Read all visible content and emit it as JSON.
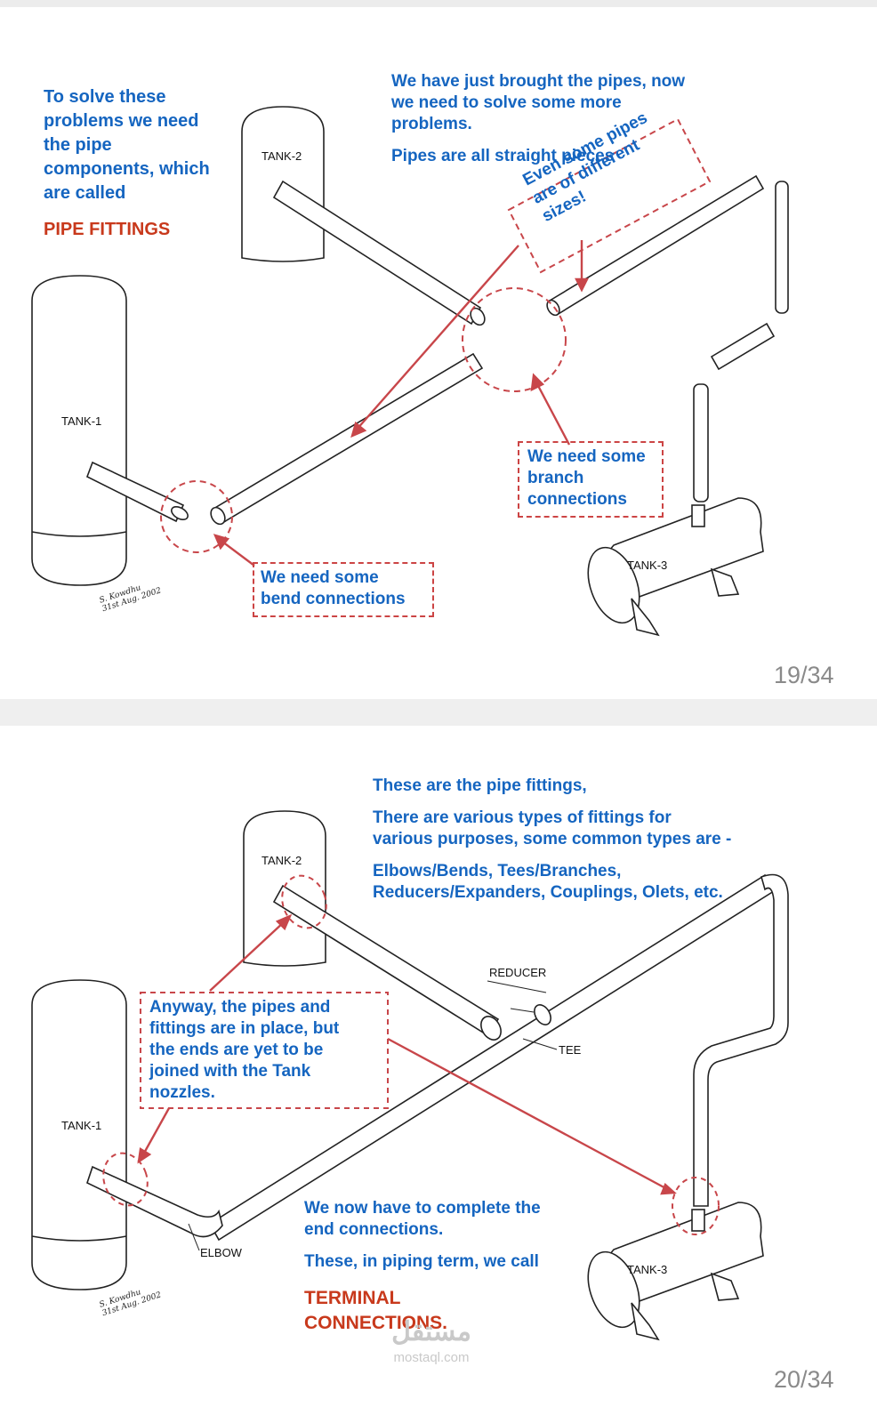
{
  "slide1": {
    "intro": "To solve these\nproblems we need\nthe pipe\ncomponents, which\nare called",
    "intro_highlight": "PIPE FITTINGS",
    "top_text_1": "We have just brought the pipes, now\nwe need to solve some more\nproblems.",
    "top_text_2": "Pipes are all straight pieces",
    "note_sizes": "Even some pipes\nare of different\nsizes!",
    "note_branch": "We need some\nbranch\nconnections",
    "note_bend": "We need some\nbend connections",
    "tank1": "TANK-1",
    "tank2": "TANK-2",
    "tank3": "TANK-3",
    "signature": "S. Kowdhu\n31st Aug. 2002",
    "page": "19/34"
  },
  "slide2": {
    "text_1": "These are the pipe fittings,",
    "text_2": "There are various types of fittings for\nvarious purposes, some common types are -",
    "text_3": "Elbows/Bends, Tees/Branches,\nReducers/Expanders, Couplings, Olets, etc.",
    "note_anyway": "Anyway, the pipes and\nfittings are in place, but\nthe ends are yet to be\njoined with the Tank\nnozzles.",
    "text_complete": "We now have to complete the\nend connections.",
    "text_call": "These, in piping term, we call",
    "text_terminal": "TERMINAL\nCONNECTIONS.",
    "reducer": "REDUCER",
    "tee": "TEE",
    "elbow": "ELBOW",
    "tank1": "TANK-1",
    "tank2": "TANK-2",
    "tank3": "TANK-3",
    "signature": "S. Kowdhu\n31st Aug. 2002",
    "page": "20/34"
  },
  "watermark": {
    "arabic": "مستقل",
    "latin": "mostaql.com"
  }
}
